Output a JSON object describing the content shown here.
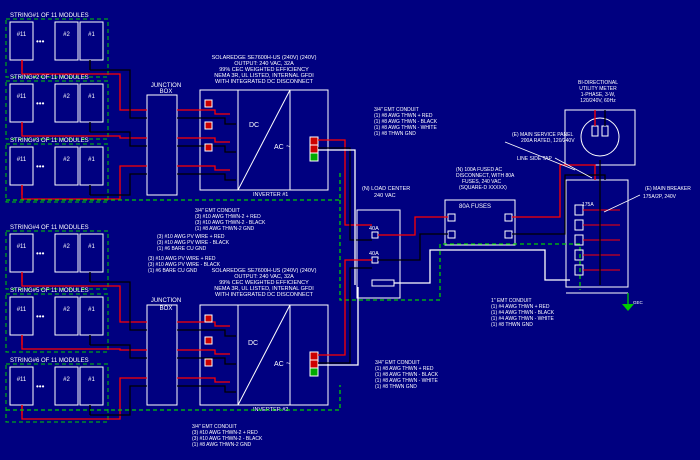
{
  "strings": [
    {
      "title": "STRING#1 OF 11 MODULES",
      "labels": [
        "#11",
        "#2",
        "#1"
      ]
    },
    {
      "title": "STRING#2 OF 11 MODULES",
      "labels": [
        "#11",
        "#2",
        "#1"
      ]
    },
    {
      "title": "STRING#3 OF 11 MODULES",
      "labels": [
        "#11",
        "#2",
        "#1"
      ]
    },
    {
      "title": "STRING#4 OF 11 MODULES",
      "labels": [
        "#11",
        "#2",
        "#1"
      ]
    },
    {
      "title": "STRING#5 OF 11 MODULES",
      "labels": [
        "#11",
        "#2",
        "#1"
      ]
    },
    {
      "title": "STRING#6 OF 11 MODULES",
      "labels": [
        "#11",
        "#2",
        "#1"
      ]
    }
  ],
  "ellipsis": "•••",
  "junction_box": [
    "JUNCTION",
    "BOX"
  ],
  "pv_wire_notes": [
    [
      "(3) #10 AWG PV WIRE + RED",
      "(3) #10 AWG PV WIRE - BLACK",
      "(1) #6 BARE CU GND"
    ],
    [
      "(3) #10 AWG PV WIRE + RED",
      "(3) #10 AWG PV WIRE - BLACK",
      "(1) #6 BARE CU GND"
    ]
  ],
  "inverter_spec": [
    [
      "SOLAREDGE SE7600H-US (240V) (240V)",
      "OUTPUT: 240 VAC, 32A",
      "99% CEC WEIGHTED EFFICIENCY",
      "NEMA 3R, UL LISTED, INTERNAL GFDI",
      "WITH INTEGRATED DC DISCONNECT"
    ],
    [
      "SOLAREDGE SE7600H-US (240V) (240V)",
      "OUTPUT: 240 VAC, 32A",
      "99% CEC WEIGHTED EFFICIENCY",
      "NEMA 3R, UL LISTED, INTERNAL GFDI",
      "WITH INTEGRATED DC DISCONNECT"
    ]
  ],
  "inverter_labels": [
    "INVERTER #1",
    "INVERTER #2"
  ],
  "dc_label": "DC",
  "ac_label": "AC",
  "inv_conduit": [
    [
      "3/4\" EMT CONDUIT",
      "(3) #10 AWG THWN-2 + RED",
      "(3) #10 AWG THWN-2 - BLACK",
      "(1) #8 AWG THWN-2 GND"
    ],
    [
      "3/4\" EMT CONDUIT",
      "(3) #10 AWG THWN-2 + RED",
      "(3) #10 AWG THWN-2 - BLACK",
      "(1) #8 AWG THWN-2 GND"
    ]
  ],
  "ac_conduit": [
    [
      "3/4\" EMT CONDUIT",
      "(1) #8 AWG THWN + RED",
      "(1) #8 AWG THWN - BLACK",
      "(1) #8 AWG THWN - WHITE",
      "(1) #8 THWN GND"
    ],
    [
      "3/4\" EMT CONDUIT",
      "(1) #8 AWG THWN + RED",
      "(1) #8 AWG THWN - BLACK",
      "(1) #8 AWG THWN - WHITE",
      "(1) #8 THWN GND"
    ]
  ],
  "load_center": [
    "(N) LOAD CENTER",
    "240 VAC"
  ],
  "breakers": [
    "40A",
    "40A"
  ],
  "fused_disc": [
    "(N) 100A FUSED AC",
    "DISCONNECT, WITH 80A",
    "FUSES, 240 VAC",
    "(SQUARE-D XXXXX)"
  ],
  "fuses_label": "80A FUSES",
  "out_conduit": [
    "1\" EMT CONDUIT",
    "(1) #4 AWG THWN + RED",
    "(1) #4 AWG THWN - BLACK",
    "(1) #4 AWG THWN - WHITE",
    "(1) #8 THWN GND"
  ],
  "utility_meter": [
    "BI-DIRECTIONAL",
    "UTILITY METER",
    "1-PHASE, 3-W,",
    "120/240V, 60Hz"
  ],
  "main_panel": [
    "(E) MAIN SERVICE PANEL",
    "200A RATED, 120/240V"
  ],
  "line_side_tap": "LINE SIDE TAP",
  "main_breaker": [
    "(E) MAIN BREAKER",
    "175A/2P, 240V"
  ],
  "main_breaker_rating": "175A",
  "gec": "GEC",
  "colors": {
    "background": "#000080",
    "wire_red": "#ff0000",
    "wire_black": "#000000",
    "ground": "#00cc00",
    "outline": "#ffffff",
    "terminal_red": "#cc0000",
    "terminal_green": "#00aa00"
  }
}
